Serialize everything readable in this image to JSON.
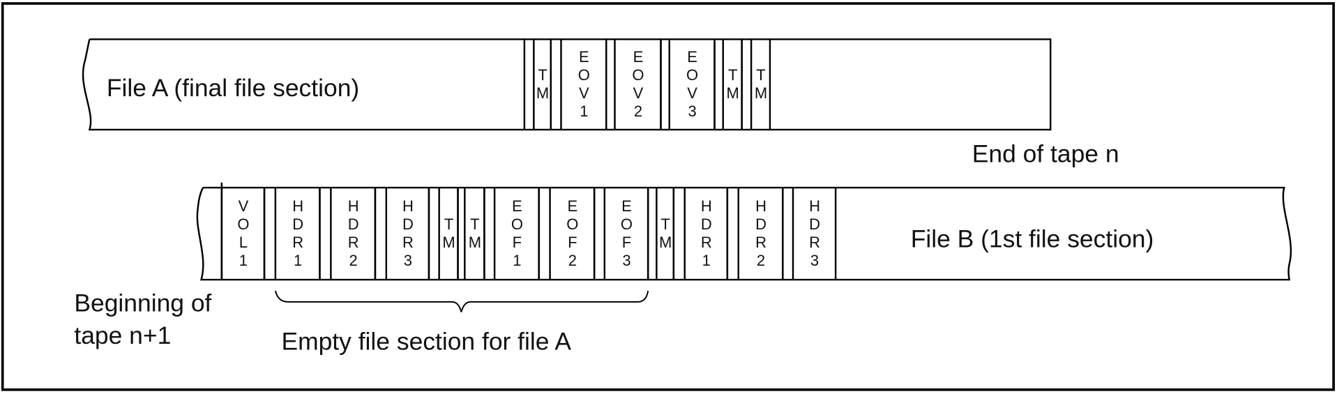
{
  "tape_n": {
    "file_label": "File A (final file section)",
    "blocks": [
      "TM",
      "EOV1",
      "EOV2",
      "EOV3",
      "TM",
      "TM"
    ],
    "end_label": "End of tape n"
  },
  "tape_n1": {
    "blocks": [
      "VOL1",
      "HDR1",
      "HDR2",
      "HDR3",
      "TM",
      "TM",
      "EOF1",
      "EOF2",
      "EOF3",
      "TM",
      "HDR1",
      "HDR2",
      "HDR3"
    ],
    "file_label": "File B (1st file section)",
    "begin_label_line1": "Beginning of",
    "begin_label_line2": "tape n+1",
    "brace_label": "Empty file section for file A"
  }
}
